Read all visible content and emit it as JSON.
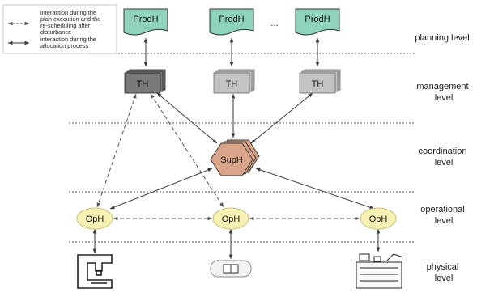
{
  "legend": {
    "dashed": [
      "interaction during the",
      "plan execution and the",
      "re-scheduling after",
      "disturbance"
    ],
    "solid": [
      "interaction during the",
      "allocation process"
    ]
  },
  "levels": [
    {
      "id": "planning",
      "lines": [
        "planning level"
      ]
    },
    {
      "id": "management",
      "lines": [
        "management",
        "level"
      ]
    },
    {
      "id": "coordination",
      "lines": [
        "coordination",
        "level"
      ]
    },
    {
      "id": "operational",
      "lines": [
        "operational",
        "level"
      ]
    },
    {
      "id": "physical",
      "lines": [
        "physical",
        "level"
      ]
    }
  ],
  "nodes": {
    "prodh": [
      "ProdH",
      "ProdH",
      "ProdH"
    ],
    "ellipsis": "...",
    "th": [
      "TH",
      "TH",
      "TH"
    ],
    "suph": "SupH",
    "oph": [
      "OpH",
      "OpH",
      "OpH"
    ]
  },
  "colors": {
    "prodh_fill": "#8fd3bd",
    "th_active": "#7a7a7a",
    "th_inactive": "#c3c3c3",
    "suph_fill": "#d9a488",
    "oph_fill": "#f7f2b4",
    "line": "#3a3a3a"
  }
}
